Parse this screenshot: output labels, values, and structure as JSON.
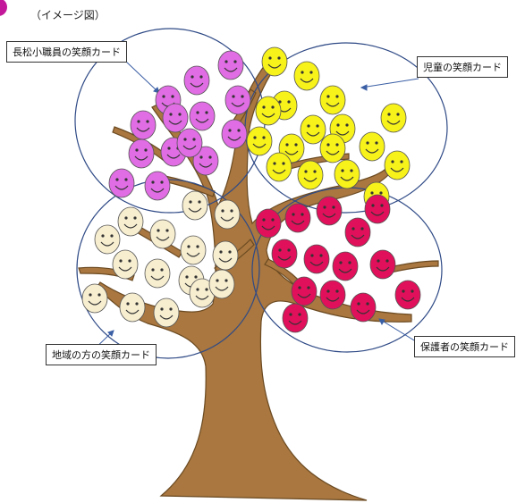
{
  "caption": "（イメージ図）",
  "labels": {
    "staff": "長松小職員の笑顔カード",
    "children": "児童の笑顔カード",
    "guardians": "保護者の笑顔カード",
    "community": "地域の方の笑顔カード"
  },
  "colors": {
    "trunk": "#a9773f",
    "trunk_stroke": "#6b4a22",
    "circle_stroke": "#2f4a86",
    "arrow": "#3b5fa5",
    "staff_face": "#e06de3",
    "children_face": "#f7f21a",
    "guardians_face": "#e0105a",
    "community_face": "#f7eed0",
    "corner_mark": "#c4189a"
  },
  "groups": {
    "staff_count": 14,
    "children_count": 17,
    "guardians_count": 14,
    "community_count": 15
  }
}
